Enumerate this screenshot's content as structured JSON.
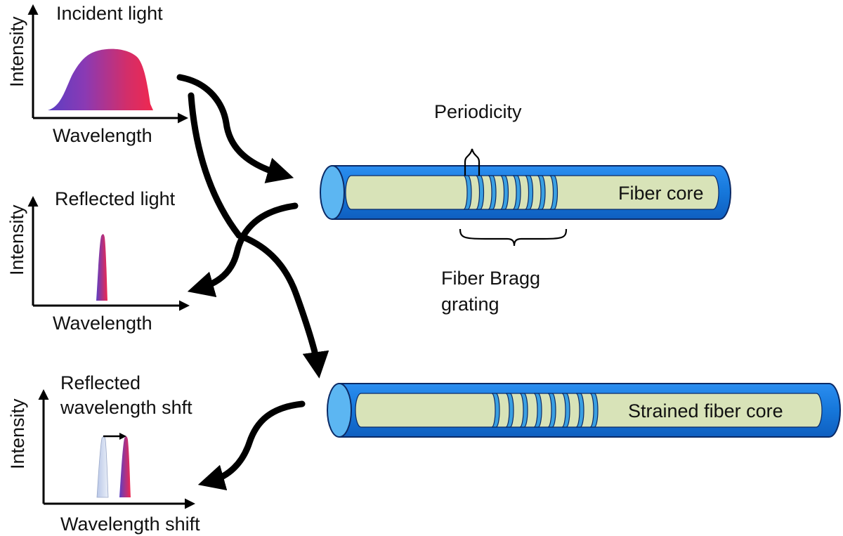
{
  "panels": {
    "incident": {
      "title": "Incident light",
      "ylabel": "Intensity",
      "xlabel": "Wavelength"
    },
    "reflected": {
      "title": "Reflected light",
      "ylabel": "Intensity",
      "xlabel": "Wavelength"
    },
    "shift": {
      "title_line1": "Reflected",
      "title_line2": "wavelength shft",
      "ylabel": "Intensity",
      "xlabel": "Wavelength shift"
    }
  },
  "fiber_top": {
    "core_label": "Fiber core",
    "periodicity_label": "Periodicity",
    "grating_line1": "Fiber Bragg",
    "grating_line2": "grating",
    "grating_rings": 8
  },
  "fiber_bottom": {
    "core_label": "Strained fiber core",
    "grating_rings": 8
  },
  "colors": {
    "cladding": "#1d7fe0",
    "cladding_edge": "#0b2a66",
    "core": "#d8e3b8",
    "grating_ring": "#3aa0e2",
    "spectrum_violet": "#6a3fbf",
    "spectrum_red": "#ee2a55",
    "original_peak": "#c9d6ea"
  }
}
